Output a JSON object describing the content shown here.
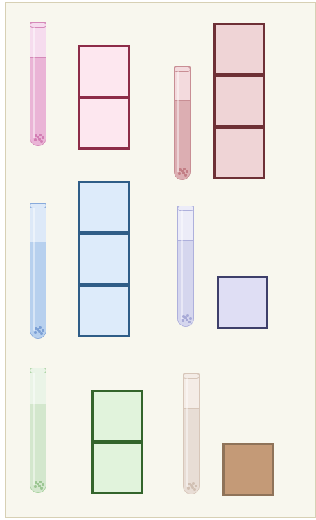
{
  "samples": [
    {
      "id": "pink",
      "tube": {
        "fill_fraction": 0.71,
        "liquid_color": "#eab4d6",
        "glass_color": "#f6dcee",
        "border_color": "#d58ab9",
        "dots_color": "#d27db3"
      },
      "blocks": {
        "count": 2,
        "fill_color": "#fde7ef",
        "border_color": "#8d2c48"
      }
    },
    {
      "id": "rose",
      "tube": {
        "fill_fraction": 0.7,
        "liquid_color": "#dcaeb2",
        "glass_color": "#f3dadd",
        "border_color": "#c88e94",
        "dots_color": "#c27d84"
      },
      "blocks": {
        "count": 3,
        "fill_color": "#efd4d6",
        "border_color": "#6e3036"
      }
    },
    {
      "id": "blue",
      "tube": {
        "fill_fraction": 0.71,
        "liquid_color": "#b7d0ee",
        "glass_color": "#dde9f8",
        "border_color": "#88aadb",
        "dots_color": "#7b9fd4"
      },
      "blocks": {
        "count": 3,
        "fill_color": "#ddebfa",
        "border_color": "#2f5d87"
      }
    },
    {
      "id": "lavender",
      "tube": {
        "fill_fraction": 0.71,
        "liquid_color": "#d5d6ee",
        "glass_color": "#ececf8",
        "border_color": "#aeb0dc",
        "dots_color": "#a7a9d6"
      },
      "blocks": {
        "count": 1,
        "fill_color": "#dfdef4",
        "border_color": "#3e3f6a"
      }
    },
    {
      "id": "green",
      "tube": {
        "fill_fraction": 0.71,
        "liquid_color": "#d3e7cd",
        "glass_color": "#eaf4e7",
        "border_color": "#a9d2a0",
        "dots_color": "#9ac591"
      },
      "blocks": {
        "count": 2,
        "fill_color": "#e1f3dc",
        "border_color": "#33642b"
      }
    },
    {
      "id": "beige",
      "tube": {
        "fill_fraction": 0.71,
        "liquid_color": "#e8ddd5",
        "glass_color": "#f4ece6",
        "border_color": "#d7c6b9",
        "dots_color": "#d0bfb2"
      },
      "blocks": {
        "count": 1,
        "fill_color": "#c49a77",
        "border_color": "#8f7359"
      }
    }
  ]
}
